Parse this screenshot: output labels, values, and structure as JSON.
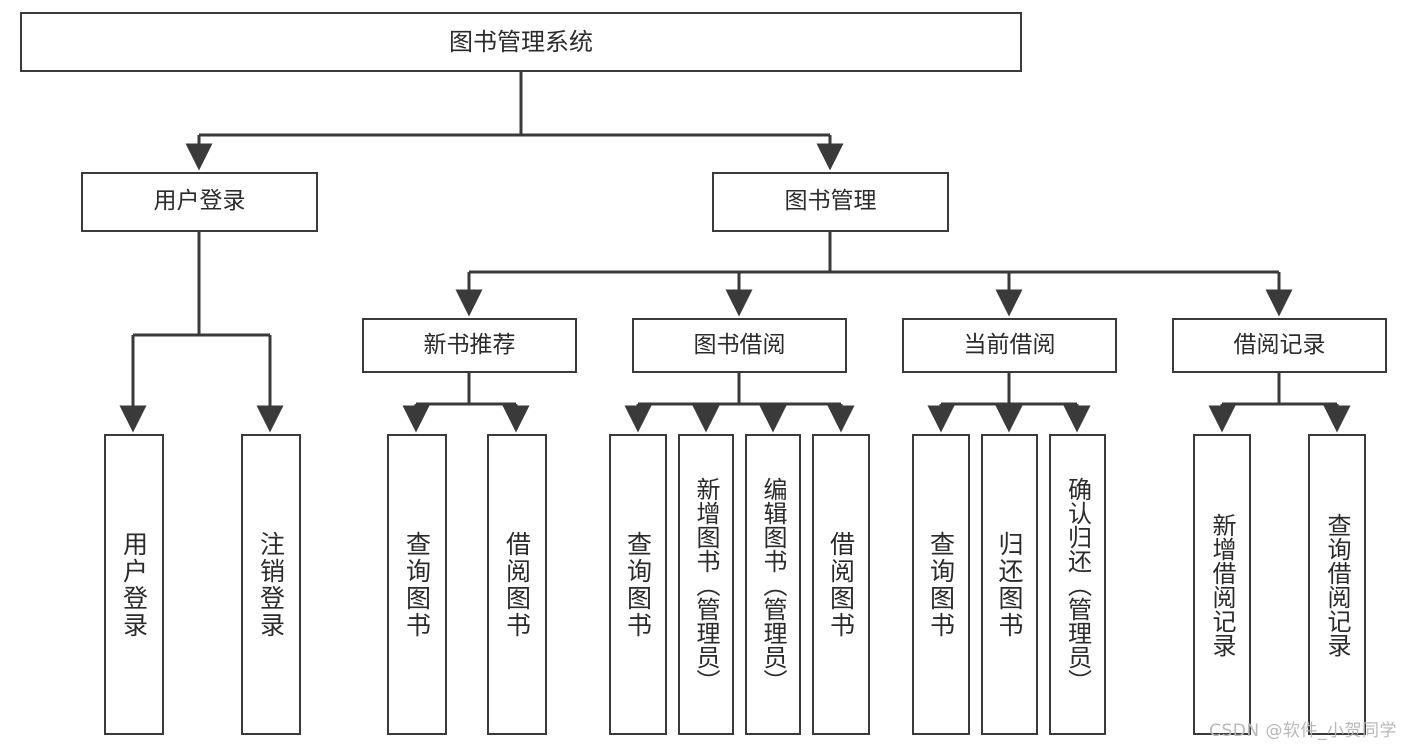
{
  "diagram": {
    "title": "图书管理系统",
    "type": "function-hierarchy-tree",
    "root": {
      "id": "root",
      "label": "图书管理系统"
    },
    "branches": [
      {
        "id": "b1",
        "label": "用户登录"
      },
      {
        "id": "b2",
        "label": "图书管理"
      }
    ],
    "mids": [
      {
        "id": "m1",
        "label": "新书推荐"
      },
      {
        "id": "m2",
        "label": "图书借阅"
      },
      {
        "id": "m3",
        "label": "当前借阅"
      },
      {
        "id": "m4",
        "label": "借阅记录"
      }
    ],
    "leaves": [
      {
        "id": "l1",
        "label": "用户登录",
        "parent": "b1"
      },
      {
        "id": "l2",
        "label": "注销登录",
        "parent": "b1"
      },
      {
        "id": "l3",
        "label": "查询图书",
        "parent": "m1"
      },
      {
        "id": "l4",
        "label": "借阅图书",
        "parent": "m1"
      },
      {
        "id": "l5",
        "label": "查询图书",
        "parent": "m2"
      },
      {
        "id": "l6",
        "label": "新增图书（管理员）",
        "parent": "m2"
      },
      {
        "id": "l7",
        "label": "编辑图书（管理员）",
        "parent": "m2"
      },
      {
        "id": "l8",
        "label": "借阅图书",
        "parent": "m2"
      },
      {
        "id": "l9",
        "label": "查询图书",
        "parent": "m3"
      },
      {
        "id": "l10",
        "label": "归还图书",
        "parent": "m3"
      },
      {
        "id": "l11",
        "label": "确认归还（管理员）",
        "parent": "m3"
      },
      {
        "id": "l12",
        "label": "新增借阅记录",
        "parent": "m4"
      },
      {
        "id": "l13",
        "label": "查询借阅记录",
        "parent": "m4"
      }
    ]
  },
  "watermark": {
    "text": "CSDN @软件_小贺同学"
  },
  "colors": {
    "box_border": "#3a3a3a",
    "box_fill": "#ffffff",
    "connector": "#3a3a3a",
    "text": "#2b2b2b",
    "watermark": "#b9b9b9",
    "background": "#ffffff"
  }
}
